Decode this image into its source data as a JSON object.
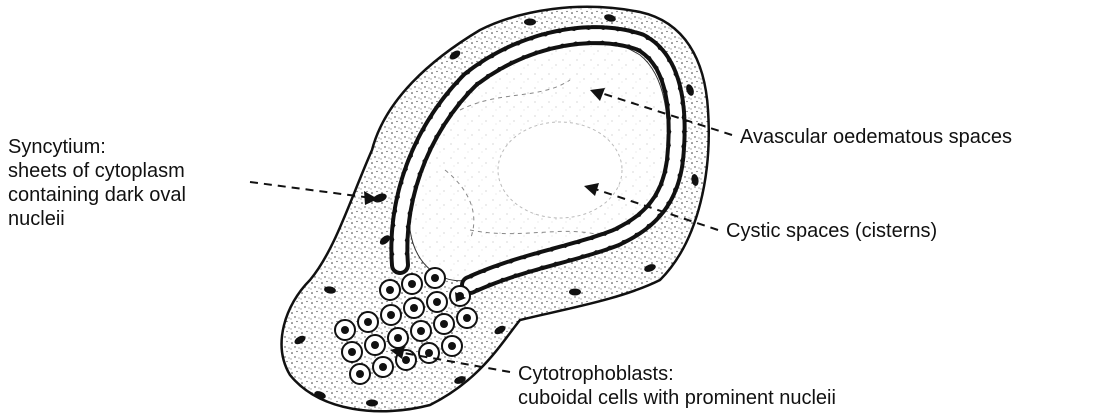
{
  "labels": {
    "syncytium": [
      "Syncytium:",
      "sheets of cytoplasm",
      "containing dark oval",
      "nucleii"
    ],
    "avascular": [
      "Avascular oedematous spaces"
    ],
    "cystic": [
      "Cystic spaces (cisterns)"
    ],
    "cytotrophoblasts": [
      "Cytotrophoblasts:",
      "cuboidal cells with prominent nucleii"
    ]
  },
  "colors": {
    "ink": "#111111",
    "stroma": "#ffffff",
    "background": "#ffffff"
  }
}
